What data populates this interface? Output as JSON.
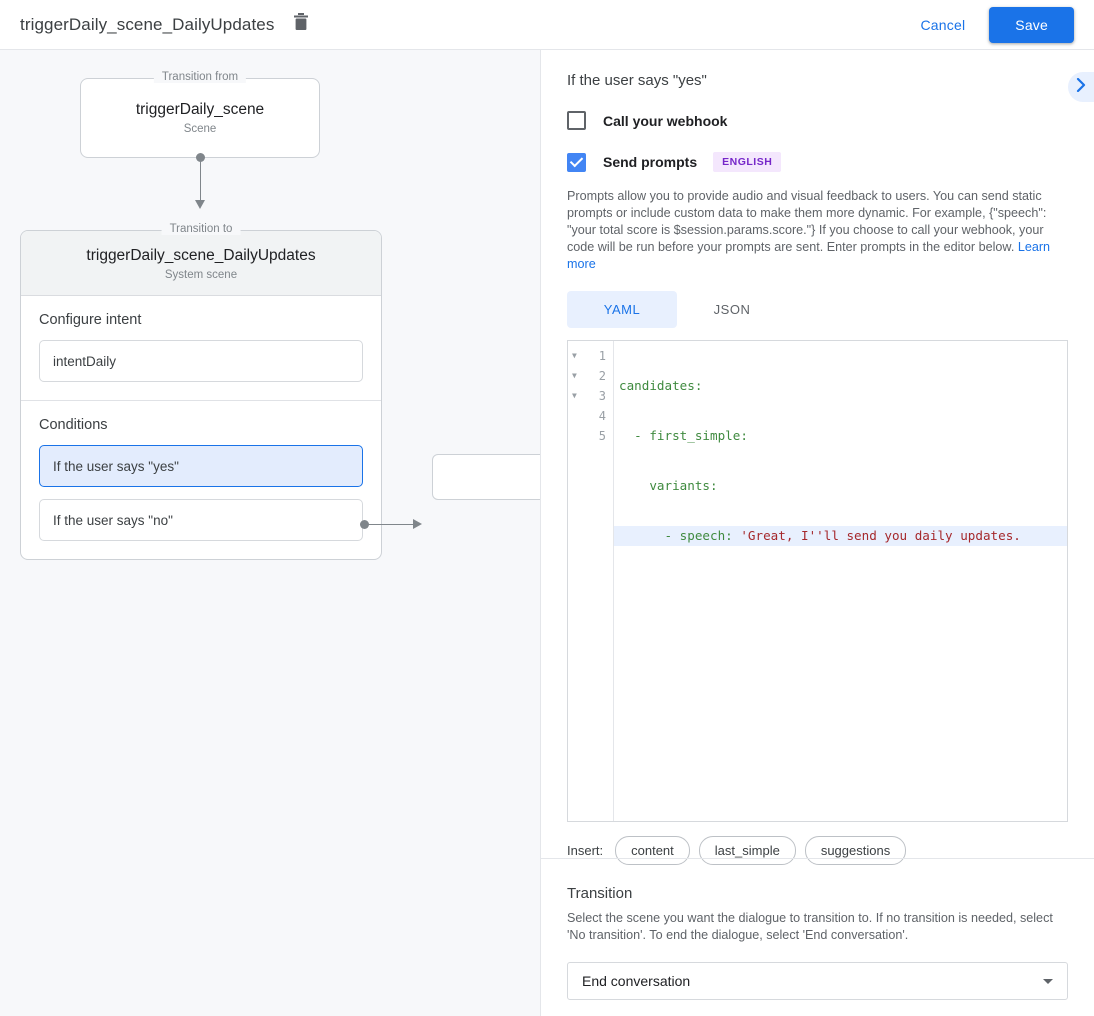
{
  "topbar": {
    "title": "triggerDaily_scene_DailyUpdates",
    "delete_icon": "trash-icon",
    "cancel_label": "Cancel",
    "save_label": "Save",
    "accent_color": "#1a73e8"
  },
  "canvas": {
    "from_node": {
      "legend": "Transition from",
      "title": "triggerDaily_scene",
      "subtitle": "Scene"
    },
    "to_node": {
      "legend": "Transition to",
      "title": "triggerDaily_scene_DailyUpdates",
      "subtitle": "System scene",
      "intent_section_label": "Configure intent",
      "intent_value": "intentDaily",
      "conditions_label": "Conditions",
      "conditions": [
        {
          "label": "If the user says \"yes\"",
          "selected": true
        },
        {
          "label": "If the user says \"no\"",
          "selected": false
        }
      ]
    }
  },
  "panel": {
    "title": "If the user says \"yes\"",
    "collapse_icon": "chevron-right-icon",
    "webhook": {
      "label": "Call your webhook",
      "checked": false
    },
    "prompts": {
      "label": "Send prompts",
      "checked": true,
      "badge": "ENGLISH",
      "badge_bg": "#f4e7fd",
      "badge_color": "#7627c9",
      "description": "Prompts allow you to provide audio and visual feedback to users. You can send static prompts or include custom data to make them more dynamic. For example, {\"speech\": \"your total score is $session.params.score.\"} If you choose to call your webhook, your code will be run before your prompts are sent. Enter prompts in the editor below.",
      "learn_more": "Learn more"
    },
    "editor": {
      "tabs": [
        {
          "label": "YAML",
          "active": true
        },
        {
          "label": "JSON",
          "active": false
        }
      ],
      "lines": [
        {
          "num": "1",
          "fold": true,
          "highlight": false,
          "indent": "",
          "key": "candidates:",
          "value": ""
        },
        {
          "num": "2",
          "fold": true,
          "highlight": false,
          "indent": "  ",
          "key": "- first_simple:",
          "value": ""
        },
        {
          "num": "3",
          "fold": true,
          "highlight": false,
          "indent": "    ",
          "key": "variants:",
          "value": ""
        },
        {
          "num": "4",
          "fold": false,
          "highlight": true,
          "indent": "      ",
          "key": "- speech: ",
          "value": "'Great, I''ll send you daily updates."
        },
        {
          "num": "5",
          "fold": false,
          "highlight": false,
          "indent": "",
          "key": "",
          "value": ""
        }
      ],
      "key_color": "#3f8a3f",
      "string_color": "#a5282c",
      "highlight_color": "#e8f0fe"
    },
    "insert": {
      "label": "Insert:",
      "chips": [
        "content",
        "last_simple",
        "suggestions"
      ]
    },
    "transition": {
      "title": "Transition",
      "description": "Select the scene you want the dialogue to transition to. If no transition is needed, select 'No transition'. To end the dialogue, select 'End conversation'.",
      "selected": "End conversation"
    }
  }
}
